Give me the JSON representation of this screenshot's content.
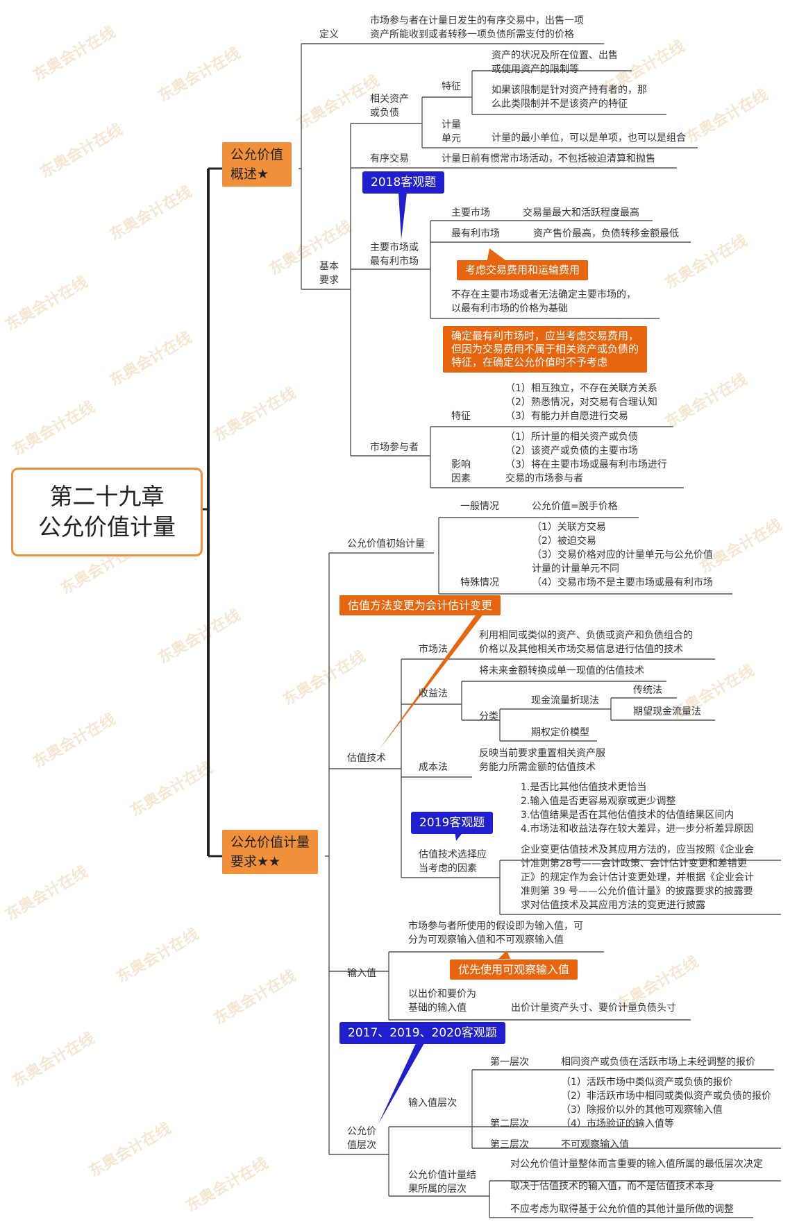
{
  "root": "第二十九章\n公允价值计量",
  "main1": "公允价值\n概述★",
  "main2": "公允价值计量\n要求★★",
  "s1": {
    "def_label": "定义",
    "def_text": "市场参与者在计量日发生的有序交易中，出售一项\n资产所能收到或者转移一项负债所需支付的价格",
    "basic_label": "基本\n要求",
    "related_label": "相关资产\n或负债",
    "feature_label": "特征",
    "feature_1": "资产的状况及所在位置、出售\n或使用资产的限制等",
    "feature_2": "如果该限制是针对资产持有者的，那\n么此类限制并不是该资产的特征",
    "unit_label": "计量\n单元",
    "unit_text": "计量的最小单位，可以是单项，也可以是组合",
    "orderly_label": "有序交易",
    "orderly_text": "计量日前有惯常市场活动，不包括被迫清算和抛售",
    "tag_2018": "2018客观题",
    "market_label": "主要市场或\n最有利市场",
    "principal_label": "主要市场",
    "principal_text": "交易量最大和活跃程度最高",
    "advantage_label": "最有利市场",
    "advantage_text": "资产售价最高，负债转移金额最低",
    "callout_cost": "考虑交易费用和运输费用",
    "no_principal": "不存在主要市场或者无法确定主要市场的，\n以最有利市场的价格为基础",
    "callout_adv": "确定最有利市场时，应当考虑交易费用，\n但因为交易费用不属于相关资产或负债的\n特征，在确定公允价值时不予考虑",
    "participant_label": "市场参与者",
    "p_feature_label": "特征",
    "p_feature_text": "（1）相互独立，不存在关联方关系\n（2）熟悉情况，对交易有合理认知\n（3）有能力并自愿进行交易",
    "p_factor_label": "影响\n因素",
    "p_factor_text": "（1）所计量的相关资产或负债\n（2）该资产或负债的主要市场\n（3）将在主要市场或最有利市场进行\n交易的市场参与者"
  },
  "s2": {
    "initial_label": "公允价值初始计量",
    "general_label": "一般情况",
    "general_text": "公允价值=脱手价格",
    "special_label": "特殊情况",
    "special_text": "（1）关联方交易\n（2）被迫交易\n（3）交易价格对应的计量单元与公允价值\n计量的计量单元不同\n（4）交易市场不是主要市场或最有利市场",
    "callout_change": "估值方法变更为会计估计变更",
    "valuation_label": "估值技术",
    "market_approach_label": "市场法",
    "market_approach_text": "利用相同或类似的资产、负债或资产和负债组合的\n价格以及其他相关市场交易信息进行估值的技术",
    "income_label": "收益法",
    "income_text": "将未来金额转换成单一现值的估值技术",
    "classify_label": "分类",
    "dcf_label": "现金流量折现法",
    "traditional": "传统法",
    "expected": "期望现金流量法",
    "option_label": "期权定价模型",
    "cost_label": "成本法",
    "cost_text": "反映当前要求重置相关资产服\n务能力所需金额的估值技术",
    "tag_2019": "2019客观题",
    "factors_label": "估值技术选择应\n当考虑的因素",
    "factors_text": "1.是否比其他估值技术更恰当\n2.输入值是否更容易观察或更少调整\n3.估值结果是否在其他估值技术的估值结果区间内\n4.市场法和收益法存在较大差异，进一步分析差异原因",
    "change_text": "企业变更估值技术及其应用方法的，应当按照《企业会\n计准则第28号——会计政策、会计估计变更和差错更\n正》的规定作为会计估计变更处理，并根据《企业会计\n准则第 39 号——公允价值计量》的披露要求的披露要\n求对估值技术及其应用方法的变更进行披露",
    "input_label": "输入值",
    "input_text": "市场参与者所使用的假设即为输入值，可\n分为可观察输入值和不可观察输入值",
    "callout_observable": "优先使用可观察输入值",
    "bidask_label": "以出价和要价为\n基础的输入值",
    "bidask_text": "出价计量资产头寸、要价计量负债头寸",
    "tag_multi": "2017、2019、2020客观题",
    "hierarchy_label": "公允价\n值层次",
    "input_hierarchy_label": "输入值层次",
    "level1_label": "第一层次",
    "level1_text": "相同资产或负债在活跃市场上未经调整的报价",
    "level2_label": "第二层次",
    "level2_text": "（1）活跃市场中类似资产或负债的报价\n（2）非活跃市场中相同或类似资产或负债的报价\n（3）除报价以外的其他可观察输入值\n（4）市场验证的输入值等",
    "level3_label": "第三层次",
    "level3_text": "不可观察输入值",
    "result_label": "公允价值计量结\n果所属的层次",
    "result_1": "对公允价值计量整体而言重要的输入值所属的最低层次决定",
    "result_2": "取决于估值技术的输入值，而不是估值技术本身",
    "result_3": "不应考虑为取得基于公允价值的其他计量所做的调整"
  },
  "watermark": "东奥会计在线",
  "colors": {
    "orange": "#f0903a",
    "callout_orange": "#e8650f",
    "blue": "#1f1fd0",
    "line": "#555555"
  }
}
